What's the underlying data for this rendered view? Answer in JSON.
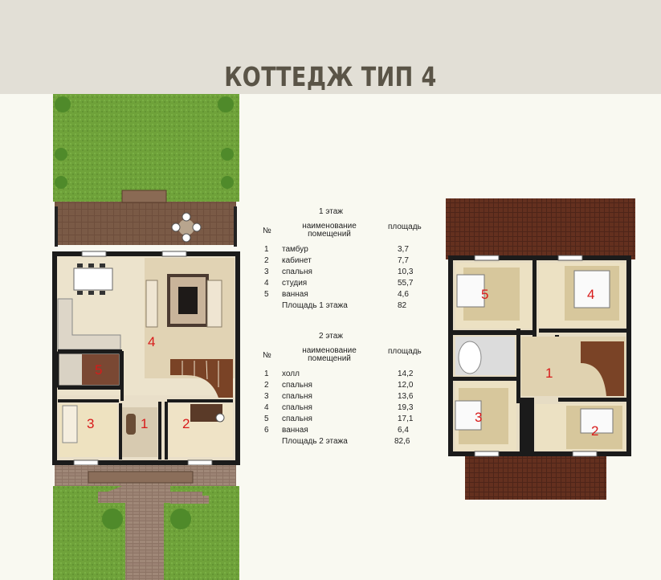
{
  "title": "КОТТЕДЖ ТИП 4",
  "floor1": {
    "heading": "1 этаж",
    "col_num": "№",
    "col_name": "наименование помещений",
    "col_area": "площадь",
    "rows": [
      {
        "n": "1",
        "name": "тамбур",
        "area": "3,7"
      },
      {
        "n": "2",
        "name": "кабинет",
        "area": "7,7"
      },
      {
        "n": "3",
        "name": "спальня",
        "area": "10,3"
      },
      {
        "n": "4",
        "name": "студия",
        "area": "55,7"
      },
      {
        "n": "5",
        "name": "ванная",
        "area": "4,6"
      }
    ],
    "total_label": "Площадь 1 этажа",
    "total_value": "82"
  },
  "floor2": {
    "heading": "2 этаж",
    "col_num": "№",
    "col_name": "наименование помещений",
    "col_area": "площадь",
    "rows": [
      {
        "n": "1",
        "name": "холл",
        "area": "14,2"
      },
      {
        "n": "2",
        "name": "спальня",
        "area": "12,0"
      },
      {
        "n": "3",
        "name": "спальня",
        "area": "13,6"
      },
      {
        "n": "4",
        "name": "спальня",
        "area": "19,3"
      },
      {
        "n": "5",
        "name": "спальня",
        "area": "17,1"
      },
      {
        "n": "6",
        "name": "ванная",
        "area": "6,4"
      }
    ],
    "total_label": "Площадь 2 этажа",
    "total_value": "82,6"
  },
  "plan1_labels": {
    "r1": "1",
    "r2": "2",
    "r3": "3",
    "r4": "4",
    "r5": "5"
  },
  "plan2_labels": {
    "r1": "1",
    "r2": "2",
    "r3": "3",
    "r4": "4",
    "r5": "5"
  },
  "colors": {
    "header_bg": "#e2dfd6",
    "title": "#5a5447",
    "room_number": "#d81a1a",
    "grass": "#6fa23a",
    "roof": "#6a3a2a",
    "terrace": "#7b5a44"
  }
}
